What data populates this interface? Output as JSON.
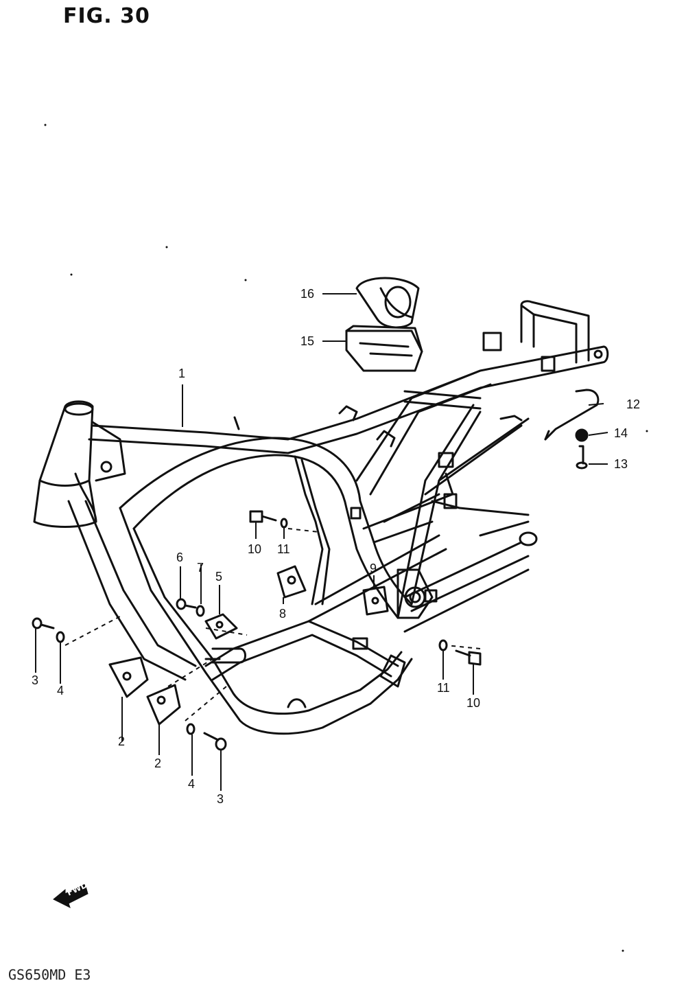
{
  "figure": {
    "title": "FIG. 30"
  },
  "model": {
    "code": "GS650MD E3"
  },
  "fwd_arrow": {
    "text": "FWD"
  },
  "callouts": {
    "c1": "1",
    "c2": "2",
    "c2b": "2",
    "c3a": "3",
    "c3b": "3",
    "c4a": "4",
    "c4b": "4",
    "c5": "5",
    "c6": "6",
    "c7": "7",
    "c8": "8",
    "c9": "9",
    "c10a": "10",
    "c10b": "10",
    "c11a": "11",
    "c11b": "11",
    "c12": "12",
    "c13": "13",
    "c14": "14",
    "c15": "15",
    "c16": "16"
  },
  "colors": {
    "line": "#111111",
    "background": "#ffffff"
  }
}
